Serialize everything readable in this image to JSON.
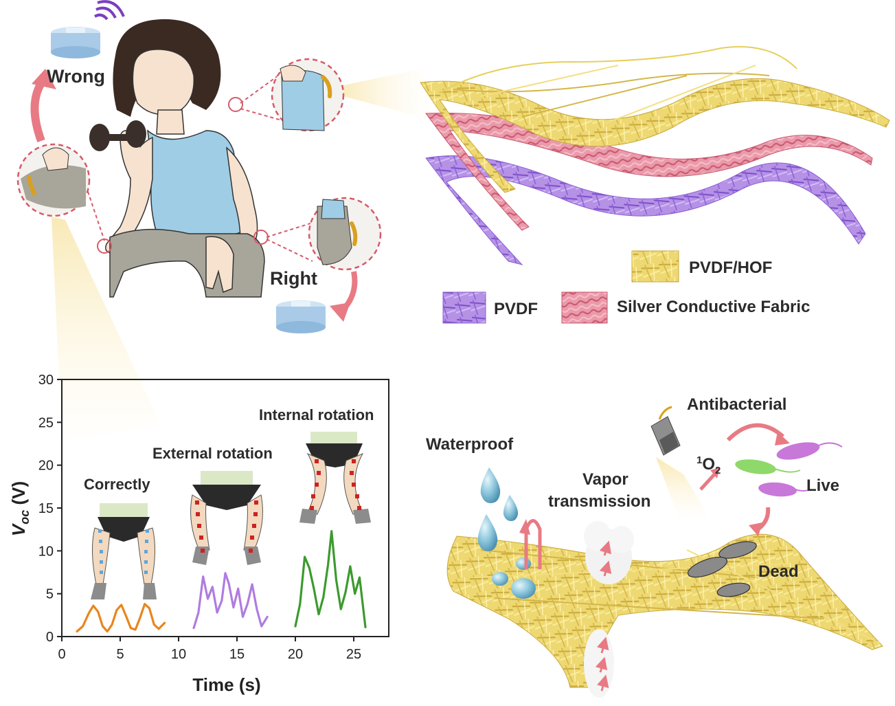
{
  "labels": {
    "wrong": "Wrong",
    "right": "Right",
    "pvdf_hof": "PVDF/HOF",
    "pvdf": "PVDF",
    "silver": "Silver Conductive Fabric",
    "waterproof": "Waterproof",
    "vapor_line1": "Vapor",
    "vapor_line2": "transmission",
    "antibacterial": "Antibacterial",
    "singlet_sup": "1",
    "singlet_main": "O",
    "singlet_sub": "2",
    "live": "Live",
    "dead": "Dead"
  },
  "colors": {
    "pvdf_hof": "#e6cf5c",
    "silver": "#d86a86",
    "pvdf": "#9a6fd6",
    "arrow": "#e87a84",
    "correctly": "#e8861c",
    "external": "#b07ce0",
    "internal": "#3c9a2e"
  },
  "chart_data": {
    "type": "line",
    "xlabel": "Time (s)",
    "ylabel": "Voc (V)",
    "ylabel_main": "V",
    "ylabel_sub": "oc",
    "ylabel_unit": " (V)",
    "xlim": [
      0,
      28
    ],
    "ylim": [
      0,
      30
    ],
    "xticks": [
      0,
      5,
      10,
      15,
      20,
      25
    ],
    "yticks": [
      0,
      5,
      10,
      15,
      20,
      25,
      30
    ],
    "series": [
      {
        "name": "Correctly",
        "color": "#e8861c",
        "x": [
          1.3,
          1.8,
          2.3,
          2.7,
          3.1,
          3.5,
          3.9,
          4.3,
          4.7,
          5.1,
          5.5,
          5.9,
          6.3,
          6.7,
          7.1,
          7.5,
          7.9,
          8.3,
          8.8
        ],
        "y": [
          0.6,
          1.2,
          2.7,
          3.6,
          2.9,
          1.2,
          0.6,
          1.4,
          3.1,
          3.7,
          2.4,
          1.0,
          0.8,
          2.2,
          3.8,
          3.3,
          1.4,
          0.9,
          1.6
        ]
      },
      {
        "name": "External rotation",
        "color": "#b07ce0",
        "x": [
          11.3,
          11.7,
          12.1,
          12.5,
          12.9,
          13.3,
          13.7,
          14.0,
          14.3,
          14.7,
          15.1,
          15.5,
          15.9,
          16.3,
          16.7,
          17.1,
          17.6
        ],
        "y": [
          1.0,
          2.8,
          7.0,
          4.4,
          5.8,
          2.8,
          4.2,
          7.4,
          6.2,
          3.4,
          5.6,
          2.3,
          3.8,
          6.1,
          3.2,
          1.2,
          2.3
        ]
      },
      {
        "name": "Internal rotation",
        "color": "#3c9a2e",
        "x": [
          20.0,
          20.4,
          20.8,
          21.2,
          21.6,
          22.0,
          22.4,
          22.8,
          23.1,
          23.5,
          23.9,
          24.3,
          24.7,
          25.1,
          25.5,
          26.0
        ],
        "y": [
          1.2,
          3.8,
          9.3,
          8.0,
          5.5,
          2.6,
          4.6,
          8.4,
          12.3,
          6.6,
          3.2,
          5.2,
          8.2,
          5.0,
          6.9,
          1.1
        ]
      }
    ],
    "annotations": [
      "Correctly",
      "External rotation",
      "Internal rotation"
    ]
  }
}
